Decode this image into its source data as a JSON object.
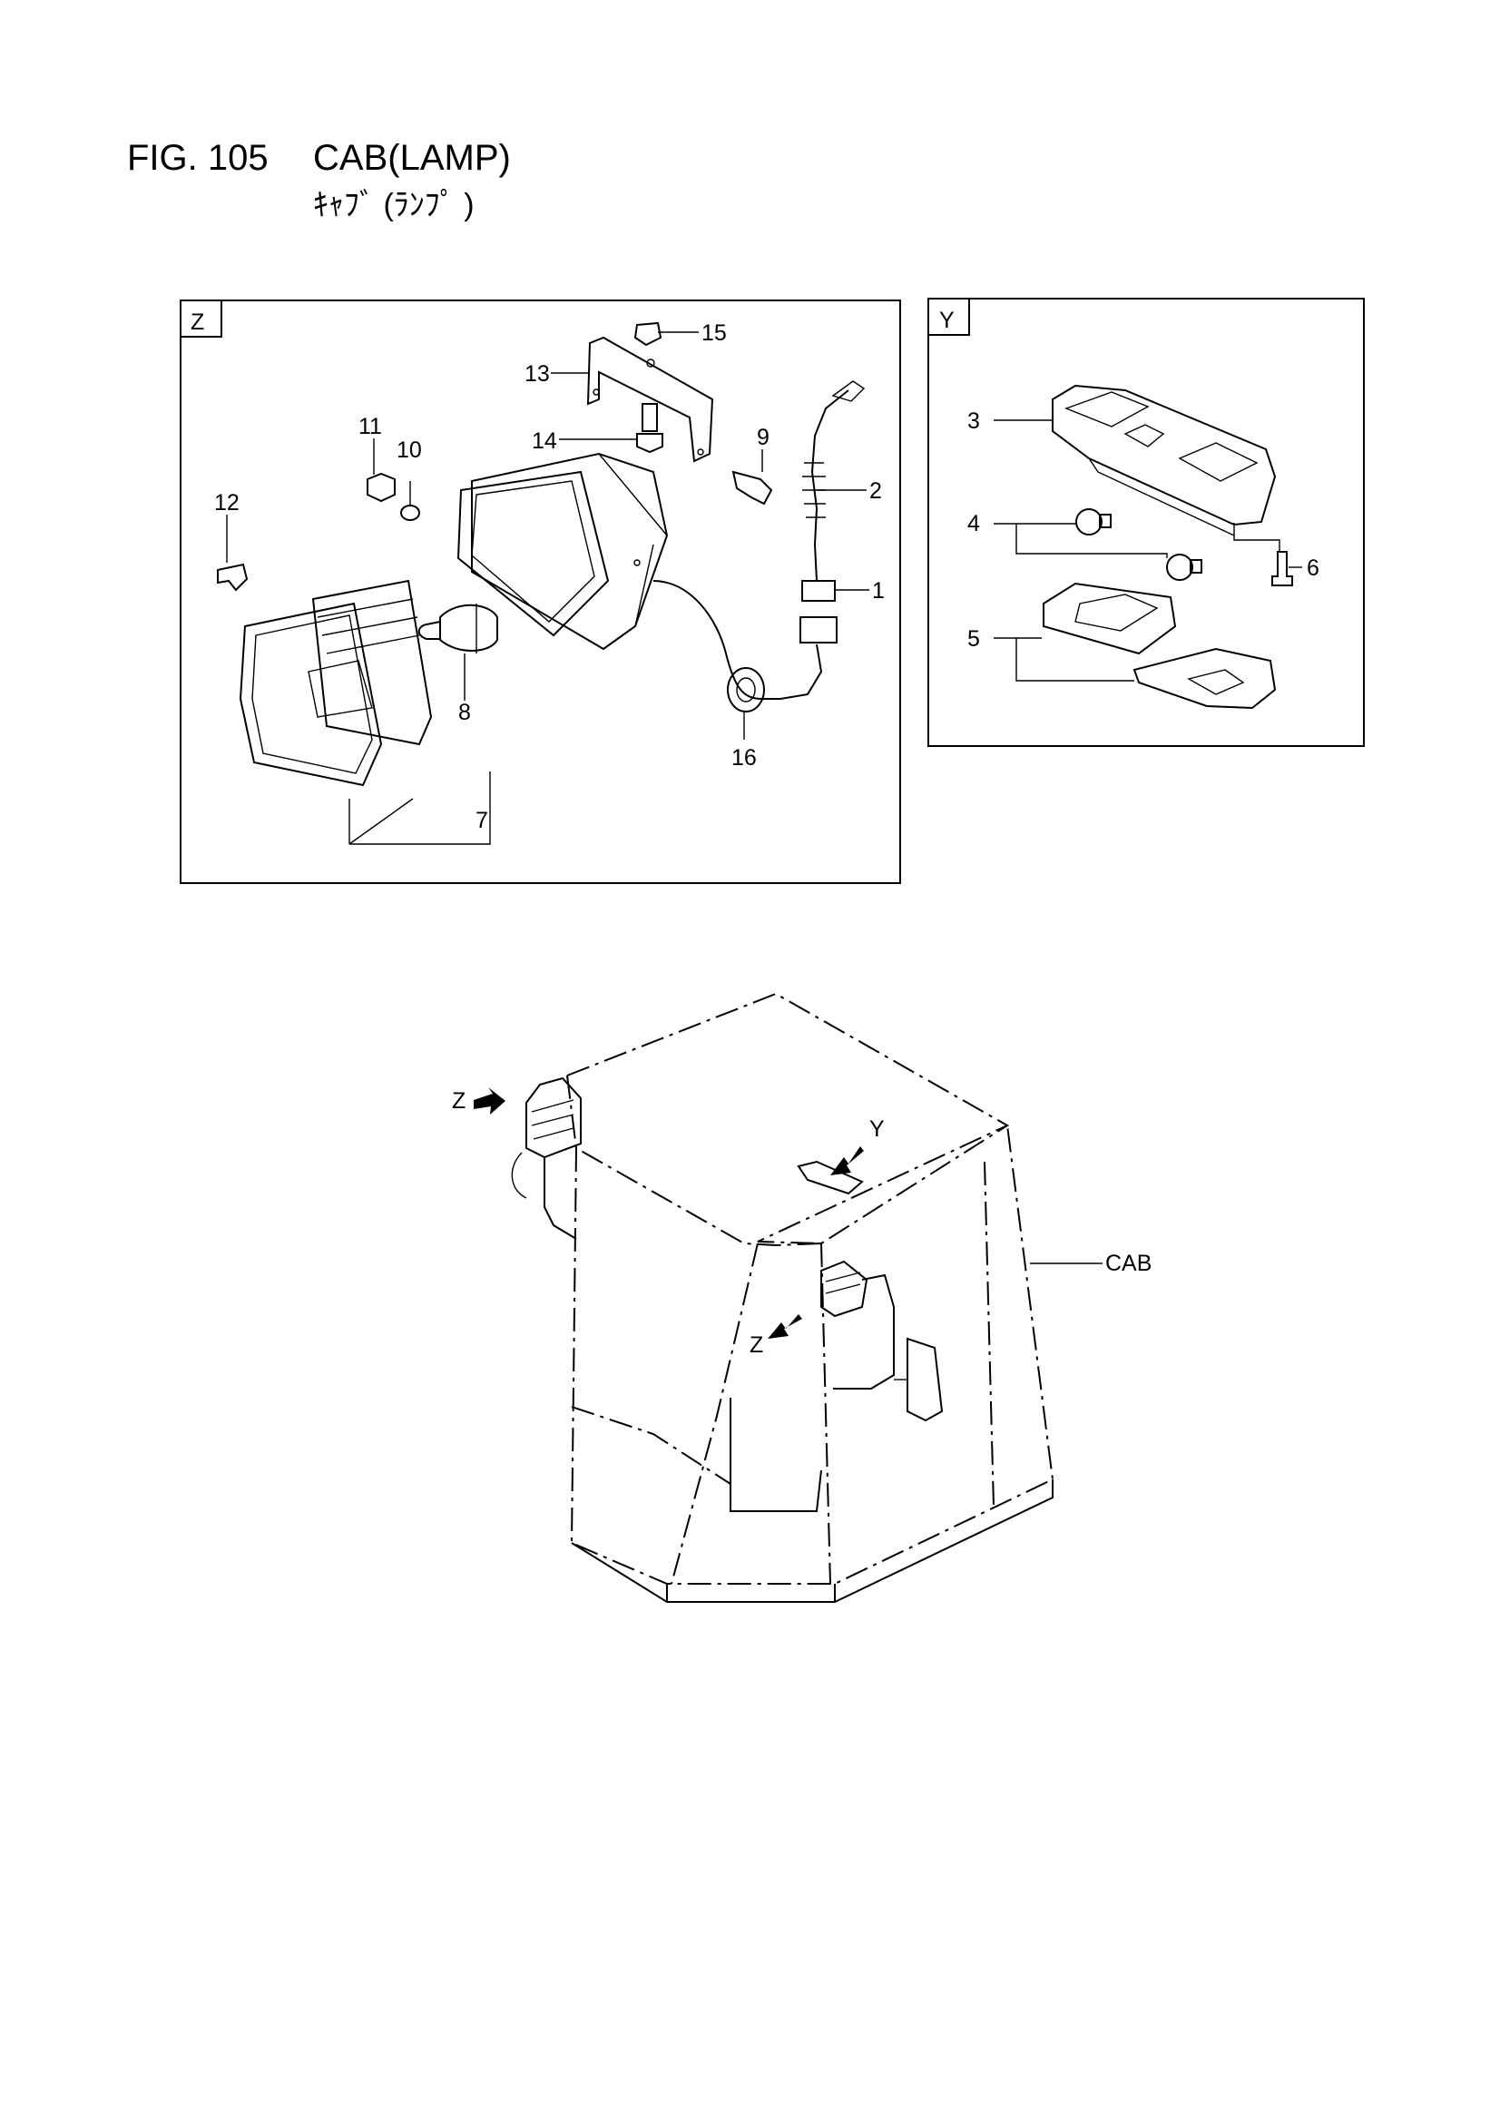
{
  "header": {
    "figure_number": "FIG. 105",
    "title": "CAB(LAMP)",
    "subtitle": "ｷｬﾌﾞ (ﾗﾝﾌﾟ )"
  },
  "detail_z": {
    "view_label": "Z",
    "callouts": [
      "1",
      "2",
      "7",
      "8",
      "9",
      "10",
      "11",
      "12",
      "13",
      "14",
      "15",
      "16"
    ]
  },
  "detail_y": {
    "view_label": "Y",
    "callouts": [
      "3",
      "4",
      "5",
      "6"
    ]
  },
  "overview": {
    "cab_label": "CAB",
    "arrow_z_top": "Z",
    "arrow_z_bottom": "Z",
    "arrow_y": "Y"
  }
}
